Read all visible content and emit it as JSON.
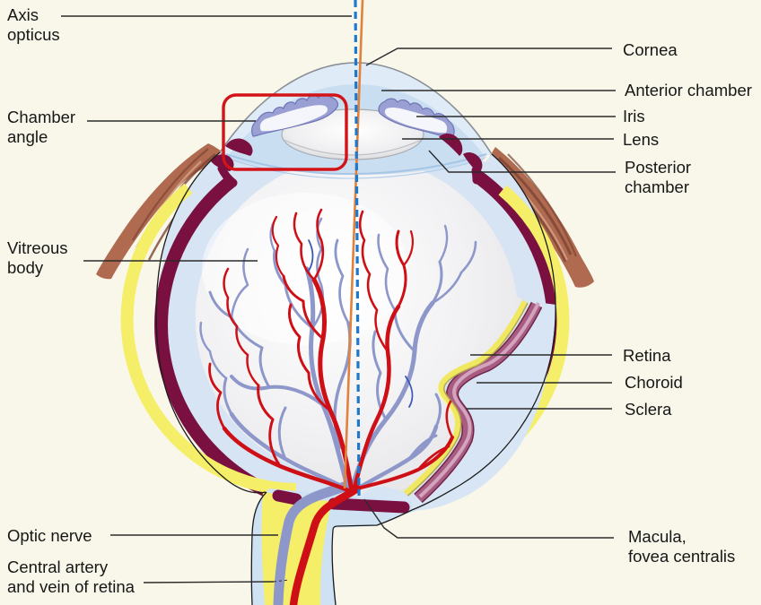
{
  "diagram": {
    "subject": "Cross-section of the human eye",
    "labels": {
      "axis_opticus": {
        "line1": "Axis",
        "line2": "opticus"
      },
      "cornea": {
        "line1": "Cornea",
        "line2": ""
      },
      "anterior_chamber": {
        "line1": "Anterior chamber",
        "line2": ""
      },
      "iris": {
        "line1": "Iris",
        "line2": ""
      },
      "lens": {
        "line1": "Lens",
        "line2": ""
      },
      "posterior_chamber": {
        "line1": "Posterior",
        "line2": "chamber"
      },
      "chamber_angle": {
        "line1": "Chamber",
        "line2": "angle"
      },
      "vitreous_body": {
        "line1": "Vitreous",
        "line2": "body"
      },
      "retina": {
        "line1": "Retina",
        "line2": ""
      },
      "choroid": {
        "line1": "Choroid",
        "line2": ""
      },
      "sclera": {
        "line1": "Sclera",
        "line2": ""
      },
      "macula": {
        "line1": "Macula,",
        "line2": "fovea centralis"
      },
      "optic_nerve": {
        "line1": "Optic nerve",
        "line2": ""
      },
      "central_artery": {
        "line1": "Central artery",
        "line2": "and vein of retina"
      }
    },
    "colors": {
      "background": "#f8f7ea",
      "sclera": "#d6e4f3",
      "choroid": "#7a1040",
      "retina": "#f5ee68",
      "cutaway_pink": "#a85c82",
      "iris": "#9aa0d4",
      "lens": "#ffffff",
      "muscle": "#b06a50",
      "artery": "#ce1016",
      "vein": "#8e97ca",
      "optic_axis": "#1e78cc",
      "light_ray": "#e2813c",
      "highlight_box": "#d31318",
      "leader_line": "#2b2b2b",
      "label_text": "#171717"
    }
  }
}
